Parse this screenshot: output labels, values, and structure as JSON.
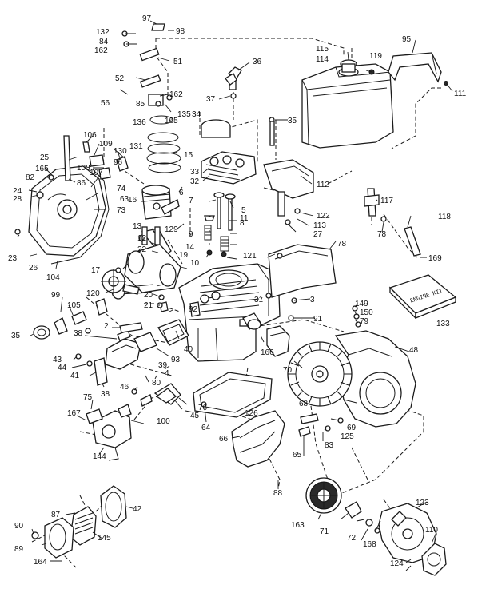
{
  "diagram": {
    "callouts": [
      "132",
      "97",
      "98",
      "84",
      "162",
      "51",
      "36",
      "52",
      "56",
      "162",
      "85",
      "136",
      "135",
      "165",
      "34",
      "37",
      "35",
      "115",
      "114",
      "119",
      "95",
      "111",
      "106",
      "109",
      "108",
      "130",
      "131",
      "96",
      "107",
      "15",
      "25",
      "165",
      "82",
      "86",
      "74",
      "63",
      "28",
      "24",
      "73",
      "33",
      "32",
      "112",
      "117",
      "118",
      "78",
      "122",
      "113",
      "27",
      "6",
      "5",
      "7",
      "8",
      "9",
      "10",
      "11",
      "14",
      "16",
      "13",
      "12",
      "22",
      "17",
      "129",
      "19",
      "20",
      "21",
      "120",
      "121",
      "78",
      "169",
      "133",
      "23",
      "26",
      "104",
      "99",
      "105",
      "35",
      "149",
      "150",
      "79",
      "3",
      "31",
      "91",
      "2",
      "92",
      "38",
      "40",
      "39",
      "93",
      "43",
      "44",
      "41",
      "38",
      "80",
      "4",
      "166",
      "70",
      "48",
      "46",
      "45",
      "76",
      "75",
      "100",
      "126",
      "68",
      "69",
      "125",
      "83",
      "167",
      "144",
      "64",
      "66",
      "65",
      "88",
      "87",
      "42",
      "90",
      "89",
      "145",
      "164",
      "163",
      "71",
      "72",
      "168",
      "123",
      "110",
      "124"
    ],
    "box_label": "ENGINE KIT"
  }
}
